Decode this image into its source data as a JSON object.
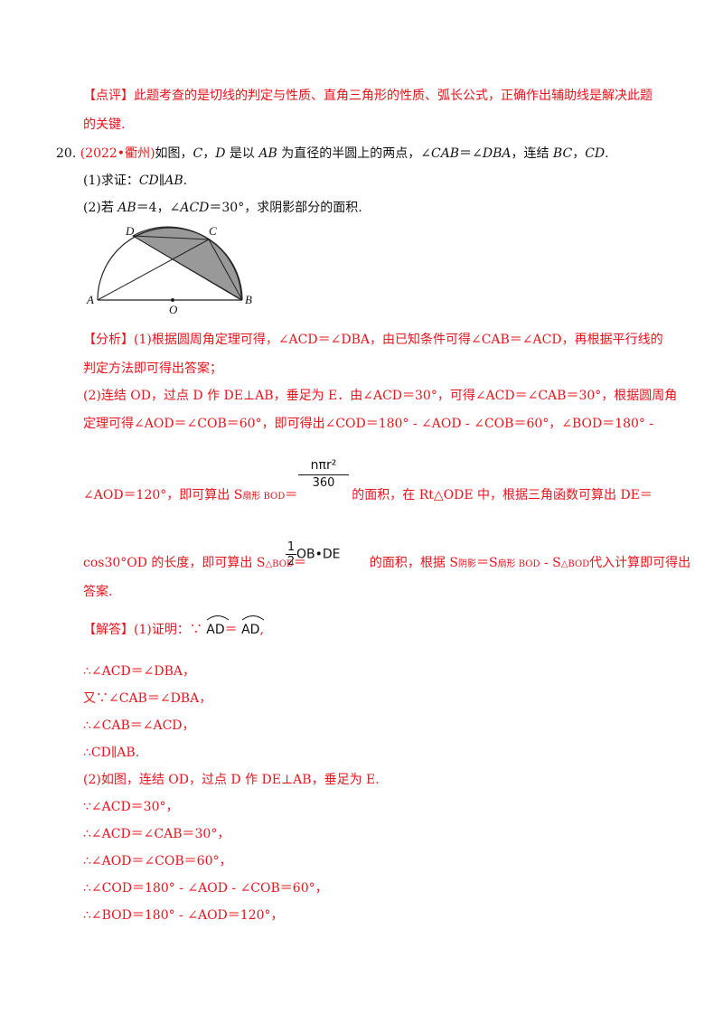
{
  "comment": {
    "tag": "【点评】",
    "line1": "此题考查的是切线的判定与性质、直角三角形的性质、弧长公式，正确作出辅助线是解决此题",
    "line2": "的关键."
  },
  "problem": {
    "number": "20.",
    "source": "(2022•衢州)",
    "stem_a": "如图，",
    "stem_b": "，",
    "stem_c": " 是以 ",
    "stem_d": " 为直径的半圆上的两点，∠",
    "stem_e": "＝∠",
    "stem_f": "，连结 ",
    "stem_g": "，",
    "stem_h": ".",
    "q1": "(1)求证：",
    "q1_expr": "CD∥AB",
    "q2a": "(2)若 ",
    "q2b": "＝4，∠",
    "q2c": "＝30°，求阴影部分的面积."
  },
  "figure": {
    "labels": {
      "A": "A",
      "B": "B",
      "C": "C",
      "D": "D",
      "O": "O"
    }
  },
  "analysis": {
    "tag": "【分析】",
    "l1": "(1)根据圆周角定理可得，∠ACD＝∠DBA，由已知条件可得∠CAB＝∠ACD，再根据平行线的",
    "l2": "判定方法即可得出答案；",
    "l3": "(2)连结 OD，过点 D 作 DE⊥AB，垂足为 E．由∠ACD＝30°，可得∠ACD＝∠CAB＝30°，根据圆周角",
    "l4": "定理可得∠AOD＝∠COB＝60°，即可得出∠COD＝180° - ∠AOD - ∠COB＝60°，∠BOD＝180° -",
    "l5a": "∠AOD＝120°，即可算出 S",
    "l5sub": "扇形 BOD",
    "l5eq": "＝",
    "l5b": "的面积，在 Rt△ODE 中，根据三角函数可算出 DE＝",
    "frac1_num": "nπr²",
    "frac1_den": "360",
    "l6a": "cos30°OD 的长度，即可算出 S",
    "l6sub1": "△BOD",
    "l6eq": "＝",
    "frac2_num": "1",
    "frac2_den": "2",
    "frac2_rest": "OB•DE",
    "l6b": "的面积，根据 S",
    "l6sub2": "阴影",
    "l6c": "＝S",
    "l6sub3": "扇形 BOD",
    "l6d": " - S",
    "l6sub4": "△BOD",
    "l6e": "代入计算即可得出",
    "l7": "答案."
  },
  "solution": {
    "tag": "【解答】",
    "s1a": "(1)证明：∵ ",
    "arc1": "AD",
    "s1eq": "＝ ",
    "arc2": "AD",
    "s1end": ",",
    "s2": "∴∠ACD＝∠DBA，",
    "s3": "又∵∠CAB＝∠DBA，",
    "s4": "∴∠CAB＝∠ACD，",
    "s5": "∴CD∥AB.",
    "s6": "(2)如图，连结 OD，过点 D 作 DE⊥AB，垂足为 E.",
    "s7": "∵∠ACD＝30°，",
    "s8": "∴∠ACD＝∠CAB＝30°，",
    "s9": "∴∠AOD＝∠COB＝60°，",
    "s10": "∴∠COD＝180° - ∠AOD - ∠COB＝60°，",
    "s11": "∴∠BOD＝180° - ∠AOD＝120°，"
  },
  "colors": {
    "solution_red": "#e8141c",
    "shade": "#999999"
  }
}
